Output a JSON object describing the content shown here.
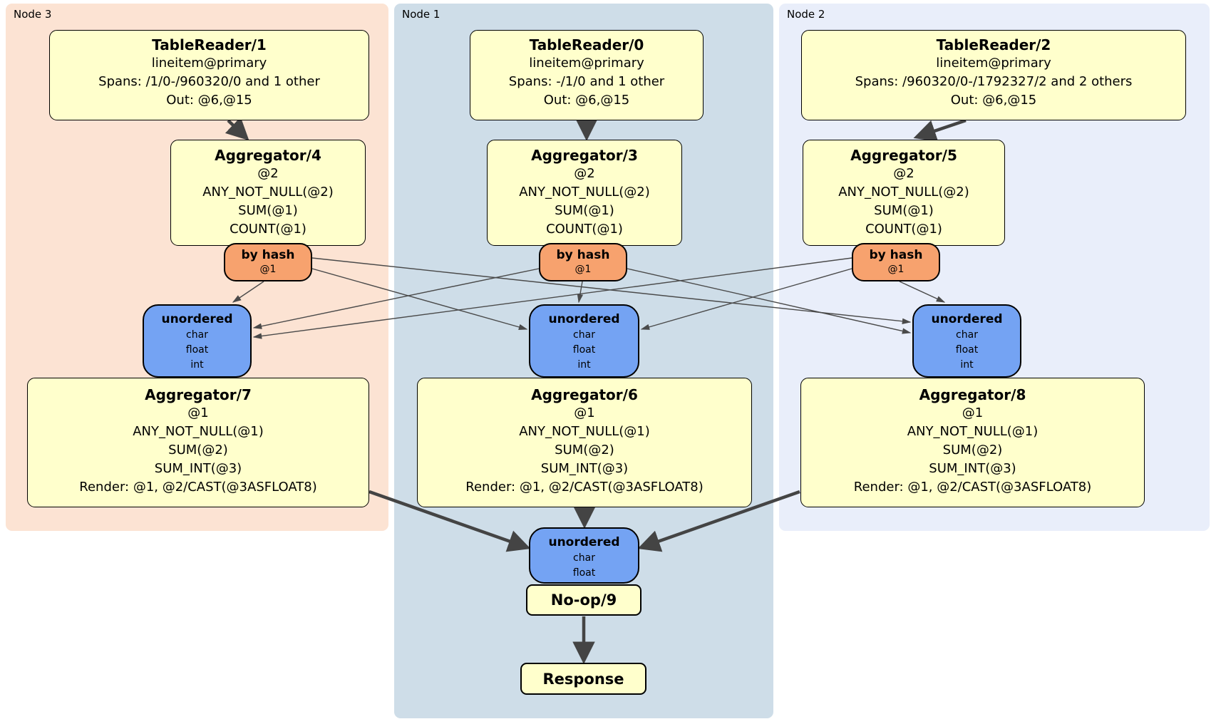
{
  "colors": {
    "node3_bg": "#fce3d3",
    "node1_bg": "#cedde8",
    "node2_bg": "#e9eefa",
    "processor_bg": "#ffffcc",
    "router_bg": "#f7a26e",
    "sync_bg": "#74a3f3",
    "edge_thin": "#4a4a4a",
    "edge_thick": "#444444"
  },
  "nodes": [
    {
      "label": "Node 3",
      "table_reader": {
        "title": "TableReader/1",
        "lines": [
          "lineitem@primary",
          "Spans: /1/0-/960320/0 and 1 other",
          "Out: @6,@15"
        ]
      },
      "aggregator_top": {
        "title": "Aggregator/4",
        "lines": [
          "@2",
          "ANY_NOT_NULL(@2)",
          "SUM(@1)",
          "COUNT(@1)"
        ]
      },
      "hash_router": {
        "title": "by hash",
        "lines": [
          "@1"
        ]
      },
      "stream_sync": {
        "title": "unordered",
        "lines": [
          "char",
          "float",
          "int"
        ]
      },
      "aggregator_bottom": {
        "title": "Aggregator/7",
        "lines": [
          "@1",
          "ANY_NOT_NULL(@1)",
          "SUM(@2)",
          "SUM_INT(@3)",
          "Render: @1, @2/CAST(@3ASFLOAT8)"
        ]
      }
    },
    {
      "label": "Node 1",
      "table_reader": {
        "title": "TableReader/0",
        "lines": [
          "lineitem@primary",
          "Spans: -/1/0 and 1 other",
          "Out: @6,@15"
        ]
      },
      "aggregator_top": {
        "title": "Aggregator/3",
        "lines": [
          "@2",
          "ANY_NOT_NULL(@2)",
          "SUM(@1)",
          "COUNT(@1)"
        ]
      },
      "hash_router": {
        "title": "by hash",
        "lines": [
          "@1"
        ]
      },
      "stream_sync": {
        "title": "unordered",
        "lines": [
          "char",
          "float",
          "int"
        ]
      },
      "aggregator_bottom": {
        "title": "Aggregator/6",
        "lines": [
          "@1",
          "ANY_NOT_NULL(@1)",
          "SUM(@2)",
          "SUM_INT(@3)",
          "Render: @1, @2/CAST(@3ASFLOAT8)"
        ]
      }
    },
    {
      "label": "Node 2",
      "table_reader": {
        "title": "TableReader/2",
        "lines": [
          "lineitem@primary",
          "Spans: /960320/0-/1792327/2 and 2 others",
          "Out: @6,@15"
        ]
      },
      "aggregator_top": {
        "title": "Aggregator/5",
        "lines": [
          "@2",
          "ANY_NOT_NULL(@2)",
          "SUM(@1)",
          "COUNT(@1)"
        ]
      },
      "hash_router": {
        "title": "by hash",
        "lines": [
          "@1"
        ]
      },
      "stream_sync": {
        "title": "unordered",
        "lines": [
          "char",
          "float",
          "int"
        ]
      },
      "aggregator_bottom": {
        "title": "Aggregator/8",
        "lines": [
          "@1",
          "ANY_NOT_NULL(@1)",
          "SUM(@2)",
          "SUM_INT(@3)",
          "Render: @1, @2/CAST(@3ASFLOAT8)"
        ]
      }
    }
  ],
  "final_stage": {
    "stream_sync": {
      "title": "unordered",
      "lines": [
        "char",
        "float"
      ]
    },
    "noop": {
      "title": "No-op/9"
    },
    "response": {
      "title": "Response"
    }
  }
}
